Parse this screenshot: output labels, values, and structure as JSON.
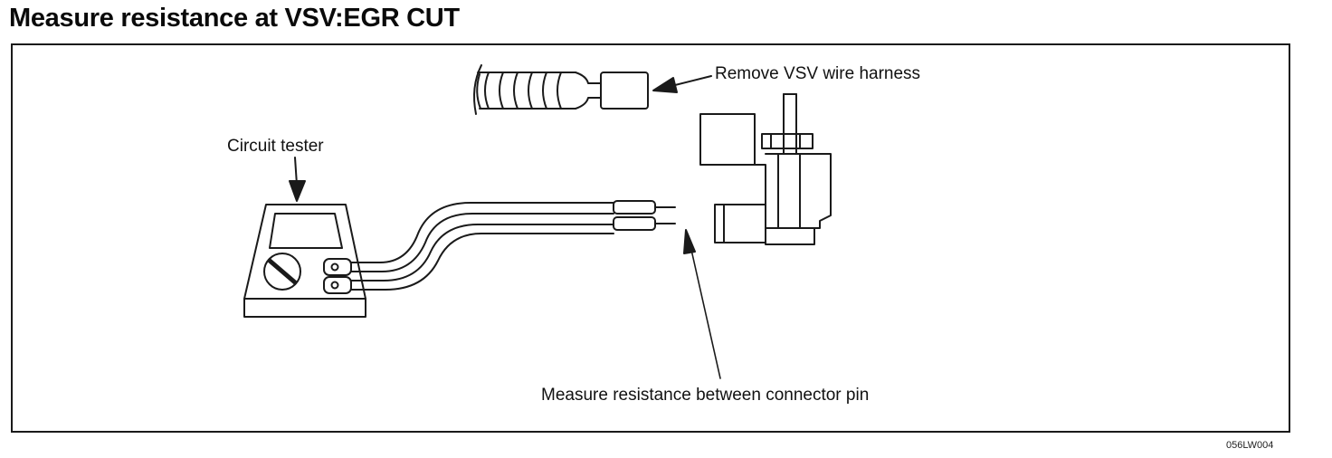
{
  "title": "Measure resistance at VSV:EGR CUT",
  "labels": {
    "remove_harness": "Remove VSV wire harness",
    "circuit_tester": "Circuit tester",
    "measure_between": "Measure resistance between connector pin"
  },
  "figure_code": "056LW004"
}
